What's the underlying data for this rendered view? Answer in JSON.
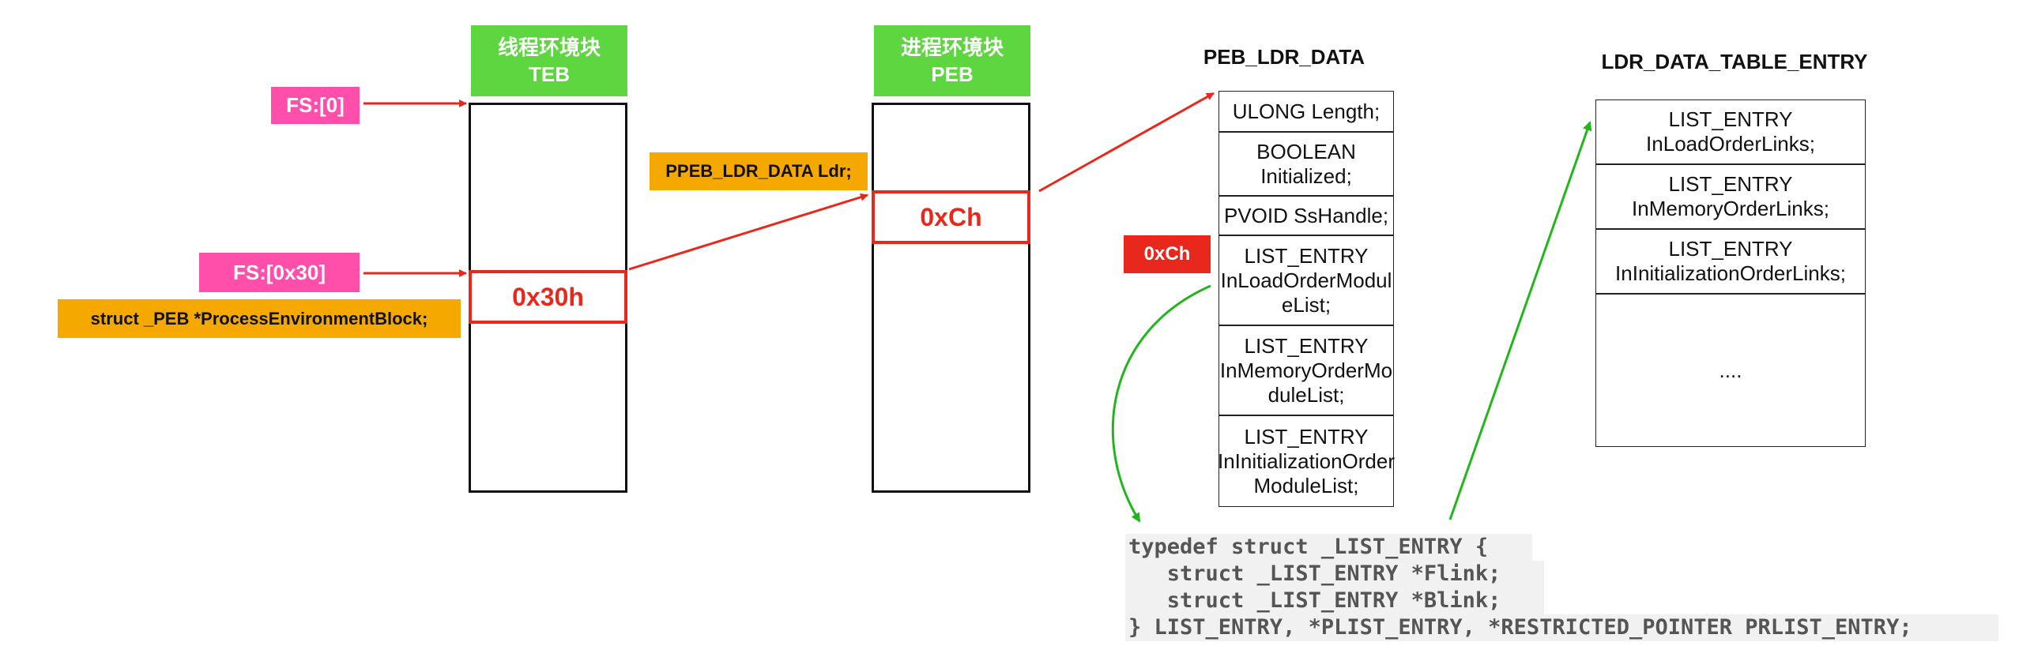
{
  "teb": {
    "title_cn": "线程环境块",
    "title_en": "TEB",
    "offset": "0x30h"
  },
  "peb": {
    "title_cn": "进程环境块",
    "title_en": "PEB",
    "offset": "0xCh"
  },
  "labels": {
    "fs0": "FS:[0]",
    "fs30": "FS:[0x30]",
    "process_env_block": "struct _PEB *ProcessEnvironmentBlock;",
    "ldr": "PPEB_LDR_DATA Ldr;",
    "ldr_offset": "0xCh"
  },
  "peb_ldr_data": {
    "title": "PEB_LDR_DATA",
    "fields": [
      [
        "ULONG Length;"
      ],
      [
        "BOOLEAN",
        "Initialized;"
      ],
      [
        "PVOID SsHandle;"
      ],
      [
        "LIST_ENTRY",
        "InLoadOrderModul",
        "eList;"
      ],
      [
        "LIST_ENTRY",
        "InMemoryOrderMo",
        "duleList;"
      ],
      [
        "LIST_ENTRY",
        "InInitializationOrder",
        "ModuleList;"
      ]
    ]
  },
  "ldr_data_table_entry": {
    "title": "LDR_DATA_TABLE_ENTRY",
    "fields": [
      [
        "LIST_ENTRY",
        "InLoadOrderLinks;"
      ],
      [
        "LIST_ENTRY",
        "InMemoryOrderLinks;"
      ],
      [
        "LIST_ENTRY",
        "InInitializationOrderLinks;"
      ],
      [
        "...."
      ]
    ]
  },
  "code": [
    "typedef struct _LIST_ENTRY {",
    "   struct _LIST_ENTRY *Flink;",
    "   struct _LIST_ENTRY *Blink;",
    "} LIST_ENTRY, *PLIST_ENTRY, *RESTRICTED_POINTER PRLIST_ENTRY;"
  ],
  "colors": {
    "green": "#5ed63f",
    "pink": "#ff4faa",
    "orange": "#f5a800",
    "red": "#e8281c",
    "arrow_green": "#22b51c"
  }
}
